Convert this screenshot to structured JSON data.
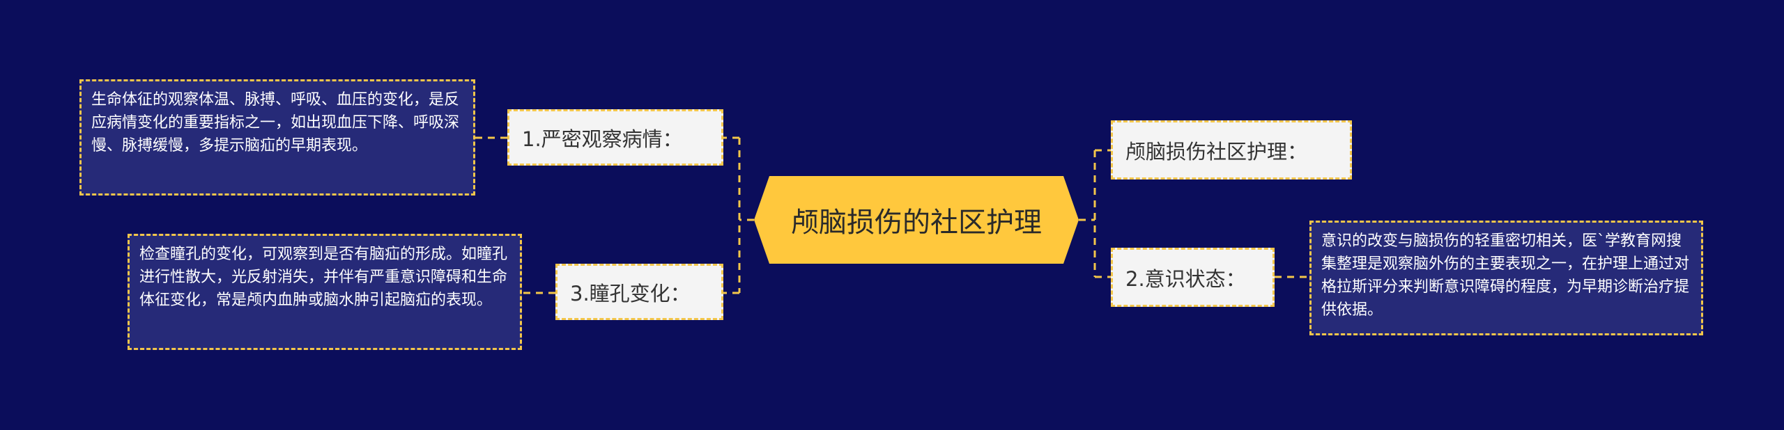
{
  "center": {
    "label": "颅脑损伤的社区护理"
  },
  "branches": [
    {
      "label": "1.严密观察病情：",
      "detail": "生命体征的观察体温、脉搏、呼吸、血压的变化，是反应病情变化的重要指标之一，如出现血压下降、呼吸深慢、脉搏缓慢，多提示脑疝的早期表现。"
    },
    {
      "label": "3.瞳孔变化：",
      "detail": "检查瞳孔的变化，可观察到是否有脑疝的形成。如瞳孔进行性散大，光反射消失，并伴有严重意识障碍和生命体征变化，常是颅内血肿或脑水肿引起脑疝的表现。"
    },
    {
      "label": "颅脑损伤社区护理："
    },
    {
      "label": "2.意识状态：",
      "detail": "意识的改变与脑损伤的轻重密切相关，医`学教育网搜集整理是观察脑外伤的主要表现之一，在护理上通过对格拉斯评分来判断意识障碍的程度，为早期诊断治疗提供依据。"
    }
  ],
  "colors": {
    "background": "#0b0d5b",
    "accent": "#f3c64a",
    "center_fill": "#ffc83d",
    "detail_fill": "#262a78",
    "branch_fill": "#f4f4f4"
  }
}
